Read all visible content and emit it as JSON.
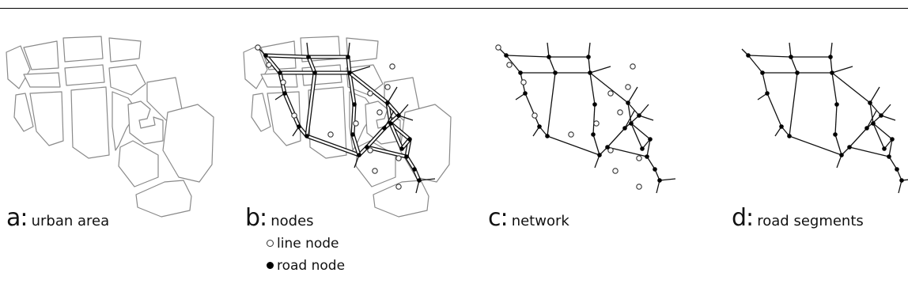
{
  "panels": [
    {
      "letter": "a:",
      "desc": "urban area"
    },
    {
      "letter": "b:",
      "desc": "nodes"
    },
    {
      "letter": "c:",
      "desc": "network"
    },
    {
      "letter": "d:",
      "desc": "road segments"
    }
  ],
  "legend": {
    "line_node": "line node",
    "road_node": "road node"
  },
  "colors": {
    "block_stroke": "#8a8a8a",
    "road": "#111111",
    "line_node_fill": "#ffffff"
  }
}
